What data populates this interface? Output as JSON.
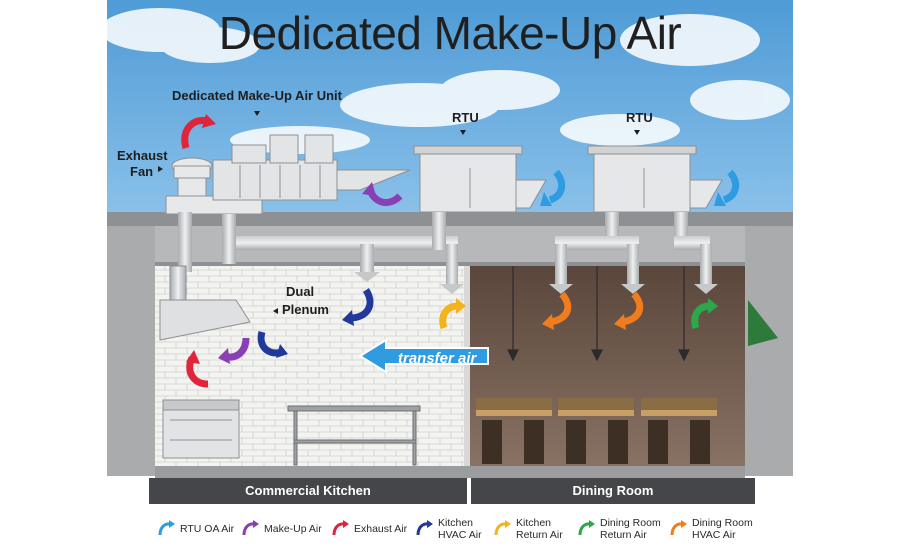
{
  "title": "Dedicated Make-Up Air",
  "labels": {
    "mua_unit": "Dedicated Make-Up Air Unit",
    "rtu_1": "RTU",
    "rtu_2": "RTU",
    "exhaust_fan_1": "Exhaust",
    "exhaust_fan_2": "Fan",
    "dual_plenum_1": "Dual",
    "dual_plenum_2": "Plenum",
    "transfer_air": "transfer air"
  },
  "rooms": {
    "kitchen": "Commercial Kitchen",
    "dining": "Dining Room"
  },
  "colors": {
    "rtu_oa": "#2f9be0",
    "make_up": "#8a3fb4",
    "exhaust": "#e0243a",
    "kitchen_hvac": "#22389a",
    "kitchen_return": "#f2b31c",
    "dining_return": "#2aa84a",
    "dining_hvac": "#f07c1e"
  },
  "legend": [
    {
      "label_1": "RTU OA Air",
      "label_2": "",
      "color": "#2f9be0",
      "icon": "curved-arrow-icon"
    },
    {
      "label_1": "Make-Up Air",
      "label_2": "",
      "color": "#8a3fb4",
      "icon": "curved-arrow-icon"
    },
    {
      "label_1": "Exhaust Air",
      "label_2": "",
      "color": "#e0243a",
      "icon": "curved-arrow-icon"
    },
    {
      "label_1": "Kitchen",
      "label_2": "HVAC Air",
      "color": "#22389a",
      "icon": "curved-arrow-icon"
    },
    {
      "label_1": "Kitchen",
      "label_2": "Return Air",
      "color": "#f2b31c",
      "icon": "curved-arrow-icon"
    },
    {
      "label_1": "Dining Room",
      "label_2": "Return Air",
      "color": "#2aa84a",
      "icon": "curved-arrow-icon"
    },
    {
      "label_1": "Dining Room",
      "label_2": "HVAC Air",
      "color": "#f07c1e",
      "icon": "curved-arrow-icon"
    }
  ]
}
